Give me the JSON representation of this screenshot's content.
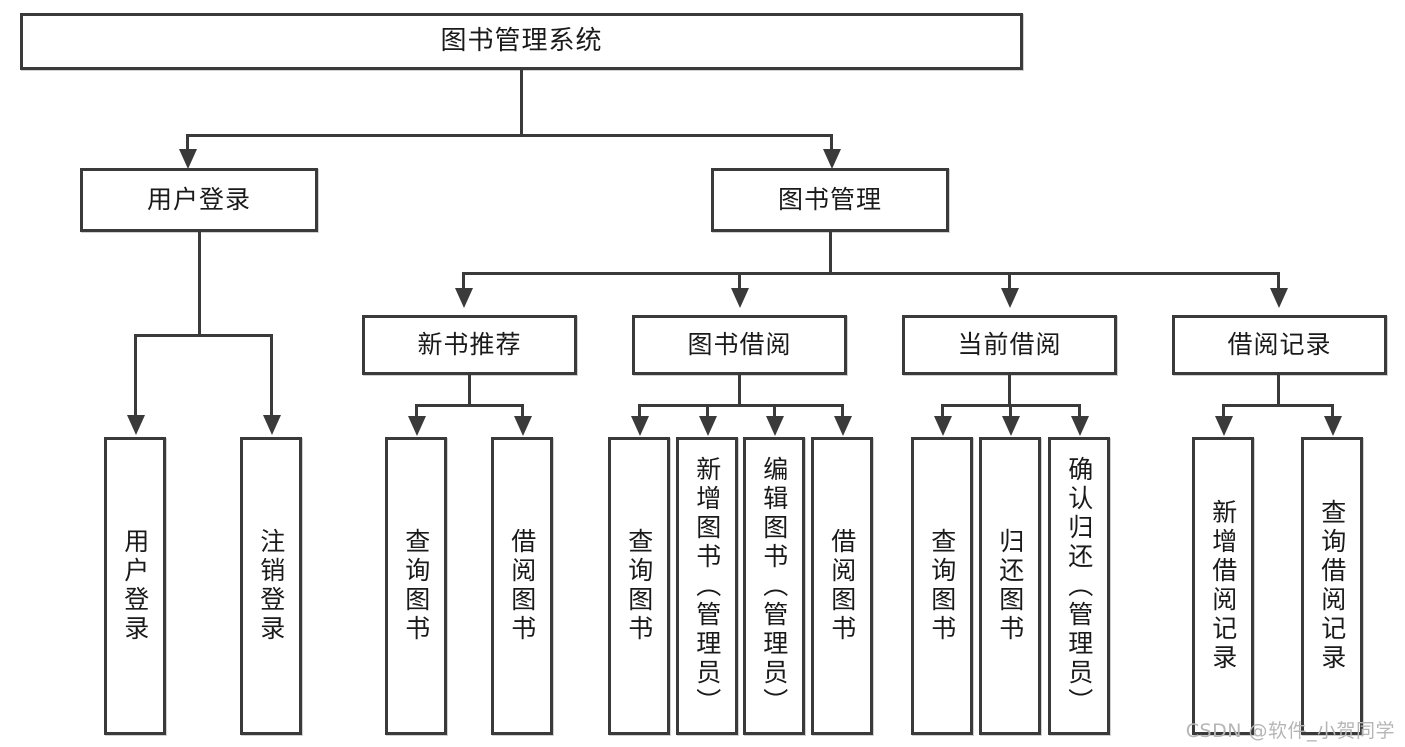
{
  "diagram": {
    "title": "图书管理系统",
    "type": "tree-hierarchy-diagram",
    "root": {
      "label": "图书管理系统"
    },
    "level2": [
      {
        "label": "用户登录"
      },
      {
        "label": "图书管理"
      }
    ],
    "level3": [
      {
        "label": "新书推荐"
      },
      {
        "label": "图书借阅"
      },
      {
        "label": "当前借阅"
      },
      {
        "label": "借阅记录"
      }
    ],
    "leaves": {
      "user_login": [
        {
          "label": "用户登录"
        },
        {
          "label": "注销登录"
        }
      ],
      "new_book_recommend": [
        {
          "label": "查询图书"
        },
        {
          "label": "借阅图书"
        }
      ],
      "book_borrow": [
        {
          "label": "查询图书"
        },
        {
          "label": "新增图书（管理员）"
        },
        {
          "label": "编辑图书（管理员）"
        },
        {
          "label": "借阅图书"
        }
      ],
      "current_borrow": [
        {
          "label": "查询图书"
        },
        {
          "label": "归还图书"
        },
        {
          "label": "确认归还（管理员）"
        }
      ],
      "borrow_record": [
        {
          "label": "新增借阅记录"
        },
        {
          "label": "查询借阅记录"
        }
      ]
    }
  },
  "watermark": {
    "text": "CSDN @软件_小贺同学"
  },
  "colors": {
    "stroke": "#3a3a3a",
    "text": "#1a1a1a",
    "background": "#ffffff",
    "watermark": "#b6b6b6"
  }
}
